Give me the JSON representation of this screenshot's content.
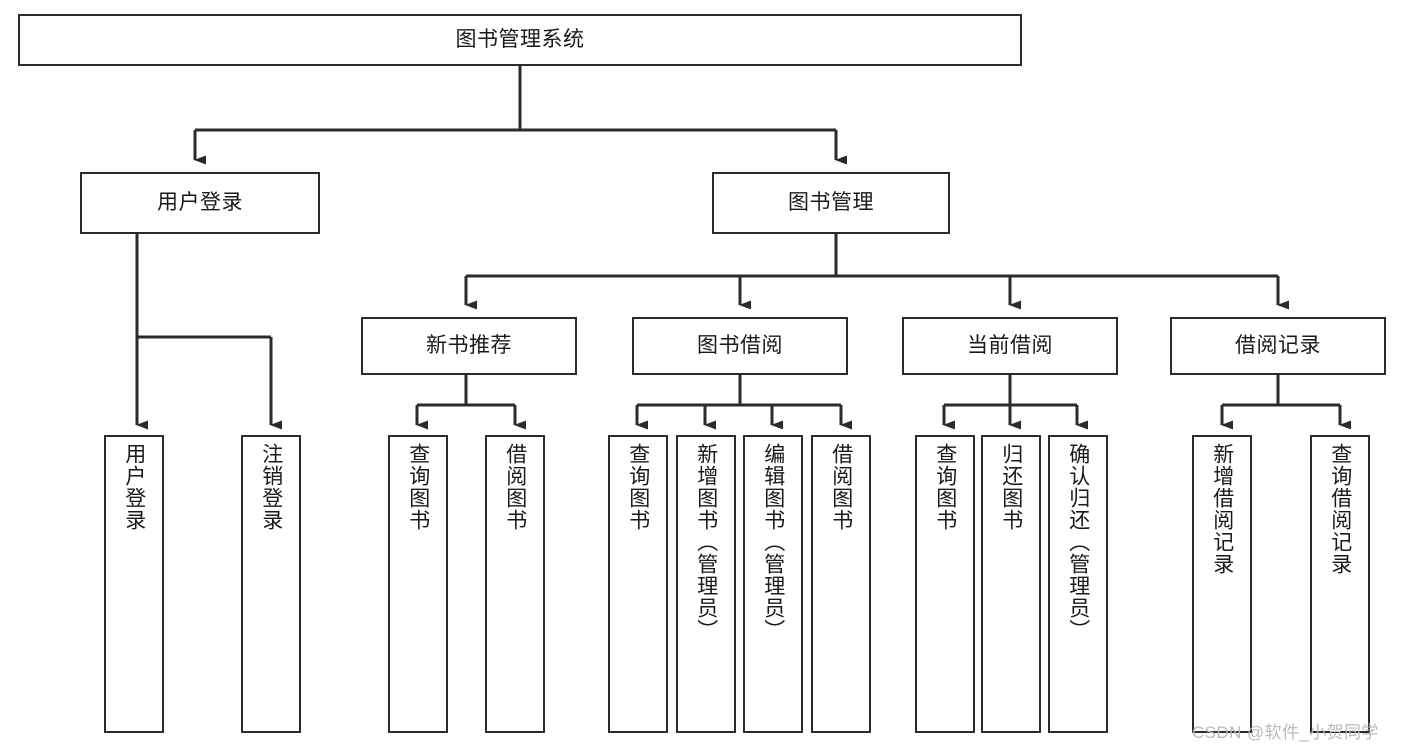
{
  "diagram": {
    "title_node": {
      "label": "图书管理系统"
    },
    "level2": [
      {
        "id": "user-login",
        "label": "用户登录"
      },
      {
        "id": "book-manage",
        "label": "图书管理"
      }
    ],
    "level3": [
      {
        "id": "new-book-recommend",
        "label": "新书推荐"
      },
      {
        "id": "book-borrow",
        "label": "图书借阅"
      },
      {
        "id": "current-borrow",
        "label": "当前借阅"
      },
      {
        "id": "borrow-record",
        "label": "借阅记录"
      }
    ],
    "leaves": [
      {
        "id": "leaf-user-login",
        "label": "用户登录",
        "parent": "user-login"
      },
      {
        "id": "leaf-logout-login",
        "label": "注销登录",
        "parent": "user-login"
      },
      {
        "id": "leaf-query-book-1",
        "label": "查询图书",
        "parent": "new-book-recommend"
      },
      {
        "id": "leaf-borrow-book-1",
        "label": "借阅图书",
        "parent": "new-book-recommend"
      },
      {
        "id": "leaf-query-book-2",
        "label": "查询图书",
        "parent": "book-borrow"
      },
      {
        "id": "leaf-add-book",
        "label": "新增图书（管理员）",
        "parent": "book-borrow"
      },
      {
        "id": "leaf-edit-book",
        "label": "编辑图书（管理员）",
        "parent": "book-borrow"
      },
      {
        "id": "leaf-borrow-book-2",
        "label": "借阅图书",
        "parent": "book-borrow"
      },
      {
        "id": "leaf-query-book-3",
        "label": "查询图书",
        "parent": "current-borrow"
      },
      {
        "id": "leaf-return-book",
        "label": "归还图书",
        "parent": "current-borrow"
      },
      {
        "id": "leaf-confirm-return",
        "label": "确认归还（管理员）",
        "parent": "current-borrow"
      },
      {
        "id": "leaf-add-record",
        "label": "新增借阅记录",
        "parent": "borrow-record"
      },
      {
        "id": "leaf-query-record",
        "label": "查询借阅记录",
        "parent": "borrow-record"
      }
    ],
    "colors": {
      "box_border": "#2b2b2b",
      "box_fill": "#ffffff",
      "connector": "#2b2b2b",
      "text": "#1a1a1a",
      "watermark": "#b9b9b9",
      "background": "#ffffff"
    }
  },
  "watermark": {
    "text": "CSDN @软件_小贺同学"
  }
}
